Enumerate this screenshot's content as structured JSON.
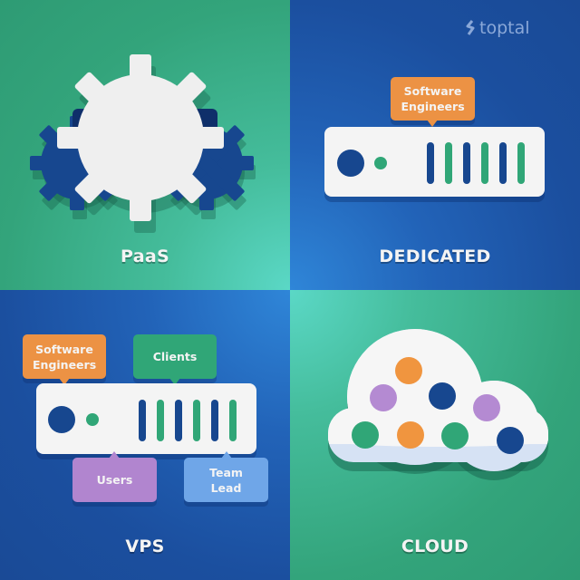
{
  "brand": {
    "logo_text": "toptal",
    "logo_color": "#8aa8d8"
  },
  "colors": {
    "green": "#30a677",
    "navy": "#17478f",
    "orange": "#f0953f",
    "purple": "#b48ad2",
    "light_blue": "#6fa6e8",
    "white": "#f4f4f4"
  },
  "quadrants": {
    "paas": {
      "label": "PaaS"
    },
    "dedicated": {
      "label": "DEDICATED",
      "bubbles": [
        {
          "text": "Software Engineers",
          "color": "orange"
        }
      ]
    },
    "vps": {
      "label": "VPS",
      "bubbles": [
        {
          "text": "Software Engineers",
          "color": "orange"
        },
        {
          "text": "Clients",
          "color": "green"
        },
        {
          "text": "Users",
          "color": "purple"
        },
        {
          "text": "Team Lead",
          "color": "light_blue"
        }
      ]
    },
    "cloud": {
      "label": "CLOUD",
      "dots": [
        "orange",
        "purple",
        "navy",
        "purple",
        "green",
        "orange",
        "green",
        "navy"
      ]
    }
  }
}
